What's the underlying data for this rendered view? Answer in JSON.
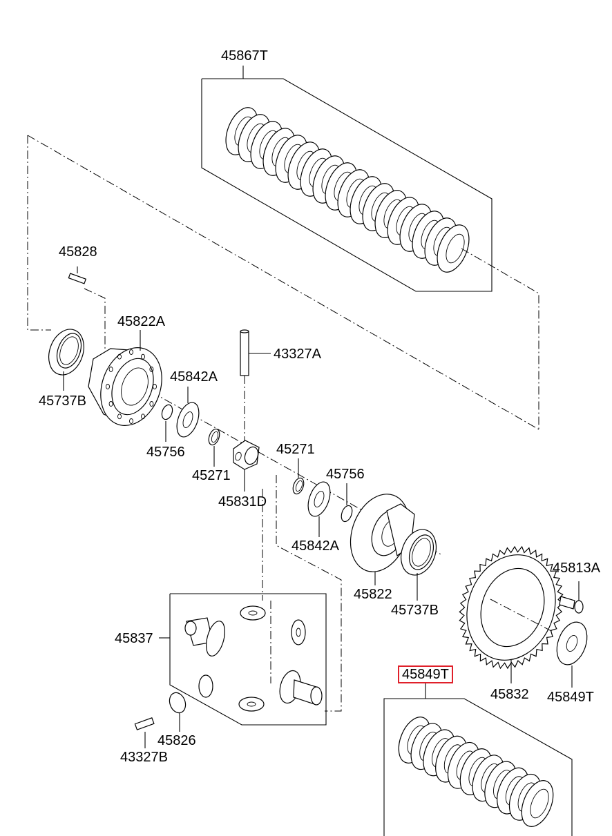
{
  "labels": {
    "l45867T": "45867T",
    "l45828": "45828",
    "l45822A": "45822A",
    "l43327A": "43327A",
    "l45842A_top": "45842A",
    "l45737B_left": "45737B",
    "l45756_left": "45756",
    "l45271_left": "45271",
    "l45271_right": "45271",
    "l45756_right": "45756",
    "l45831D": "45831D",
    "l45842A_bottom": "45842A",
    "l45813A": "45813A",
    "l45822": "45822",
    "l45737B_right": "45737B",
    "l45837": "45837",
    "l45849T_highlight": "45849T",
    "l45832": "45832",
    "l45849T": "45849T",
    "l45826": "45826",
    "l43327B": "43327B"
  },
  "colors": {
    "highlight": "#e0202a",
    "line": "#000000",
    "background": "#ffffff"
  }
}
